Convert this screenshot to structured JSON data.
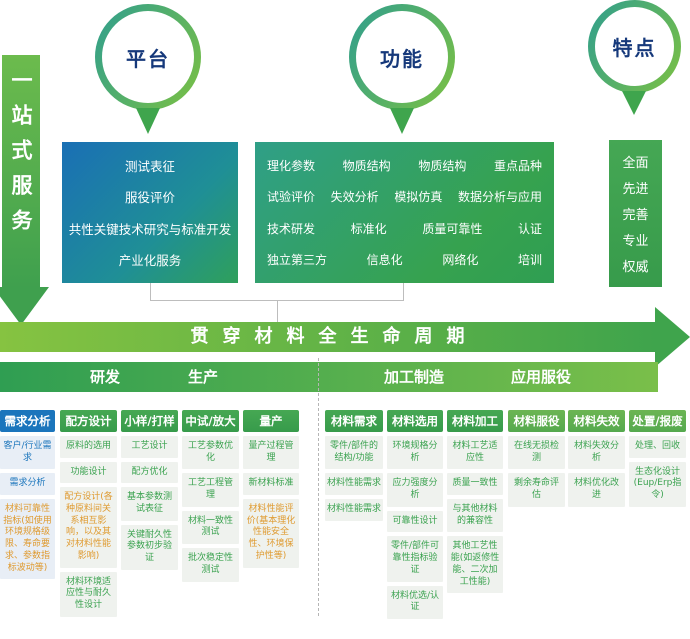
{
  "left_banner": "一站式服务",
  "lifecycle": "贯穿材料全生命周期",
  "phases": [
    "研发",
    "生产",
    "加工制造",
    "应用服役"
  ],
  "top": {
    "platform": {
      "label": "平台",
      "items": [
        "测试表征",
        "服役评价",
        "共性关键技术研究与标准开发",
        "产业化服务"
      ]
    },
    "function": {
      "label": "功能",
      "rows": [
        [
          "理化参数",
          "物质结构",
          "物质结构",
          "重点品种"
        ],
        [
          "试验评价",
          "失效分析",
          "模拟仿真",
          "数据分析与应用"
        ],
        [
          "技术研发",
          "标准化",
          "质量可靠性",
          "认证"
        ],
        [
          "独立第三方",
          "信息化",
          "网络化",
          "培训"
        ]
      ]
    },
    "features": {
      "label": "特点",
      "items": [
        "全面",
        "先进",
        "完善",
        "专业",
        "权威"
      ]
    }
  },
  "columns": [
    {
      "header": "需求分析",
      "tone": "blue",
      "cells": [
        {
          "text": "客户/行业需求",
          "tone": "blue"
        },
        {
          "text": "需求分析",
          "tone": "blue"
        },
        {
          "text": "材料可靠性指标(如使用环境规格级限、寿命要求、参数指标波动等)",
          "tone": "orange"
        }
      ]
    },
    {
      "header": "配方设计",
      "tone": "green",
      "cells": [
        {
          "text": "原料的选用",
          "tone": "green"
        },
        {
          "text": "功能设计",
          "tone": "green"
        },
        {
          "text": "配方设计(各种原料间关系相互影响，以及其对材料性能影响)",
          "tone": "orange"
        },
        {
          "text": "材料环境适应性与耐久性设计",
          "tone": "green"
        }
      ]
    },
    {
      "header": "小样/打样",
      "tone": "green",
      "cells": [
        {
          "text": "工艺设计",
          "tone": "green"
        },
        {
          "text": "配方优化",
          "tone": "green"
        },
        {
          "text": "基本参数测试表征",
          "tone": "green"
        },
        {
          "text": "关键耐久性参数初步验证",
          "tone": "green"
        }
      ]
    },
    {
      "header": "中试/放大",
      "tone": "green",
      "cells": [
        {
          "text": "工艺参数优化",
          "tone": "green"
        },
        {
          "text": "工艺工程管理",
          "tone": "green"
        },
        {
          "text": "材料一致性测试",
          "tone": "green"
        },
        {
          "text": "批次稳定性测试",
          "tone": "green"
        }
      ]
    },
    {
      "header": "量产",
      "tone": "green",
      "cells": [
        {
          "text": "量产过程管理",
          "tone": "green"
        },
        {
          "text": "新材料标准",
          "tone": "green"
        },
        {
          "text": "材料性能评价(基本理化性能安全性、环境保护性等)",
          "tone": "orange"
        }
      ]
    },
    {
      "header": "材料需求",
      "tone": "green",
      "cells": [
        {
          "text": "零件/部件的结构/功能",
          "tone": "green"
        },
        {
          "text": "材料性能需求",
          "tone": "green"
        },
        {
          "text": "材料性能需求",
          "tone": "green"
        }
      ]
    },
    {
      "header": "材料选用",
      "tone": "green",
      "cells": [
        {
          "text": "环境规格分析",
          "tone": "green"
        },
        {
          "text": "应力强度分析",
          "tone": "green"
        },
        {
          "text": "可靠性设计",
          "tone": "green"
        },
        {
          "text": "零件/部件可靠性指标验证",
          "tone": "green"
        },
        {
          "text": "材料优选/认证",
          "tone": "green"
        }
      ]
    },
    {
      "header": "材料加工",
      "tone": "green",
      "cells": [
        {
          "text": "材料工艺适应性",
          "tone": "green"
        },
        {
          "text": "质量一致性",
          "tone": "green"
        },
        {
          "text": "与其他材料的兼容性",
          "tone": "green"
        },
        {
          "text": "其他工艺性能(如返修性能、二次加工性能)",
          "tone": "green"
        }
      ]
    },
    {
      "header": "材料服役",
      "tone": "lightgreen",
      "cells": [
        {
          "text": "在线无损检测",
          "tone": "green"
        },
        {
          "text": "剩余寿命评估",
          "tone": "green"
        }
      ]
    },
    {
      "header": "材料失效",
      "tone": "lightgreen",
      "cells": [
        {
          "text": "材料失效分析",
          "tone": "green"
        },
        {
          "text": "材料优化改进",
          "tone": "green"
        }
      ]
    },
    {
      "header": "处置/报废",
      "tone": "lightgreen",
      "cells": [
        {
          "text": "处理、回收",
          "tone": "green"
        },
        {
          "text": "生态化设计(Eup/Erp指令)",
          "tone": "green"
        }
      ]
    }
  ],
  "colors": {
    "accent_blue": "#1b75bc",
    "green": "#3aa24f",
    "light_green": "#5fb04d",
    "orange": "#df9a2f",
    "navy_label": "#16397b"
  }
}
